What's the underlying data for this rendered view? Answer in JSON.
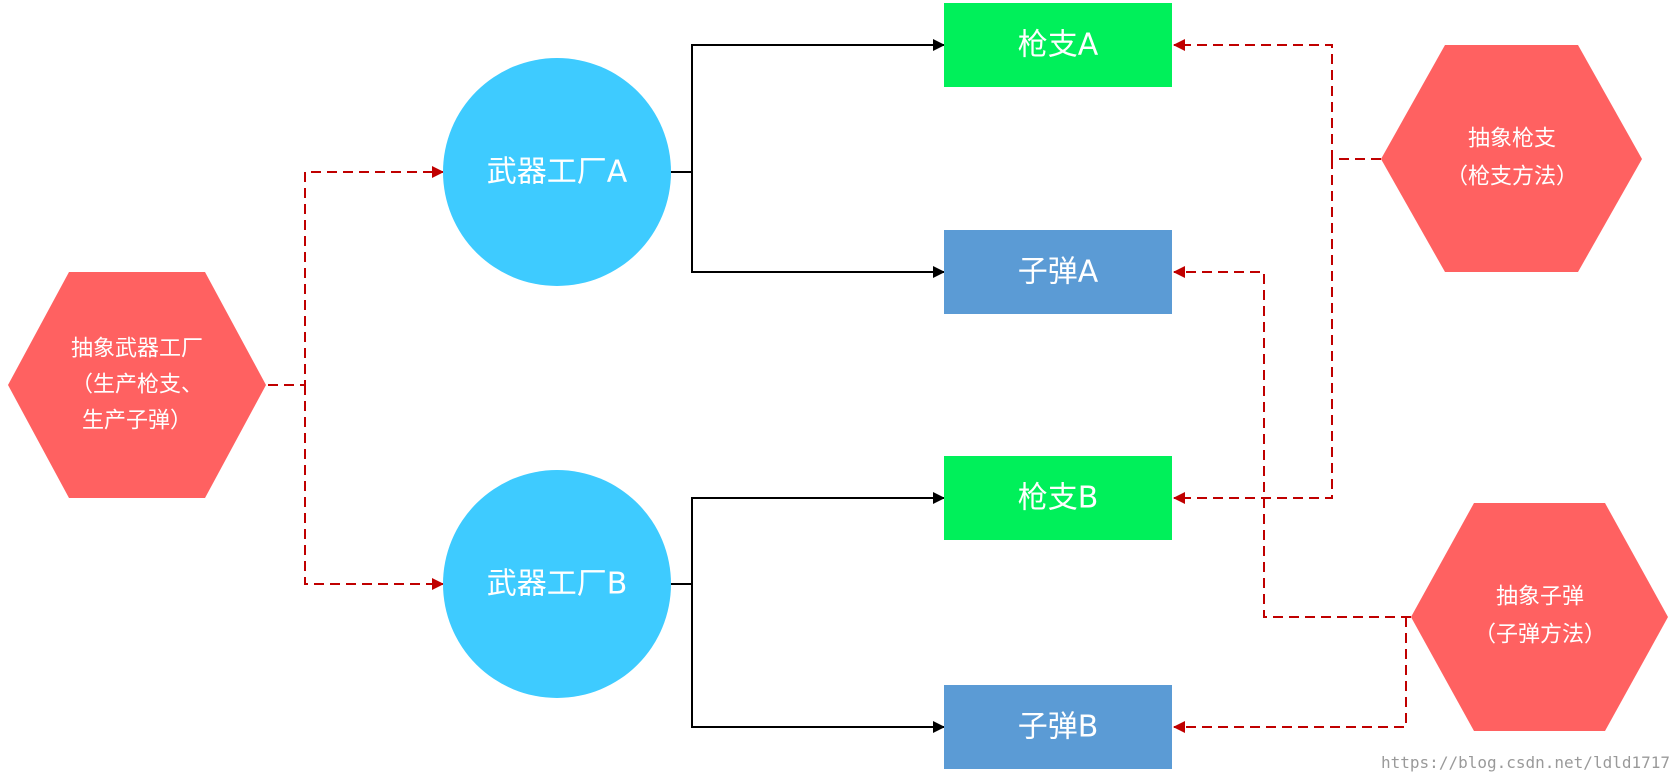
{
  "abstract_factory": {
    "line1": "抽象武器工厂",
    "line2": "（生产枪支、",
    "line3": "生产子弹）"
  },
  "factory_a": {
    "label": "武器工厂A"
  },
  "factory_b": {
    "label": "武器工厂B"
  },
  "gun_a": {
    "label": "枪支A"
  },
  "bullet_a": {
    "label": "子弹A"
  },
  "gun_b": {
    "label": "枪支B"
  },
  "bullet_b": {
    "label": "子弹B"
  },
  "abstract_gun": {
    "line1": "抽象枪支",
    "line2": "（枪支方法）"
  },
  "abstract_bullet": {
    "line1": "抽象子弹",
    "line2": "（子弹方法）"
  },
  "watermark": "https://blog.csdn.net/ldld1717",
  "colors": {
    "hexagon": "#ff6161",
    "circle": "#3ecbff",
    "gun_box": "#00f05a",
    "bullet_box": "#5b9bd5",
    "solid_arrow": "#000000",
    "dashed_arrow": "#c00000"
  }
}
